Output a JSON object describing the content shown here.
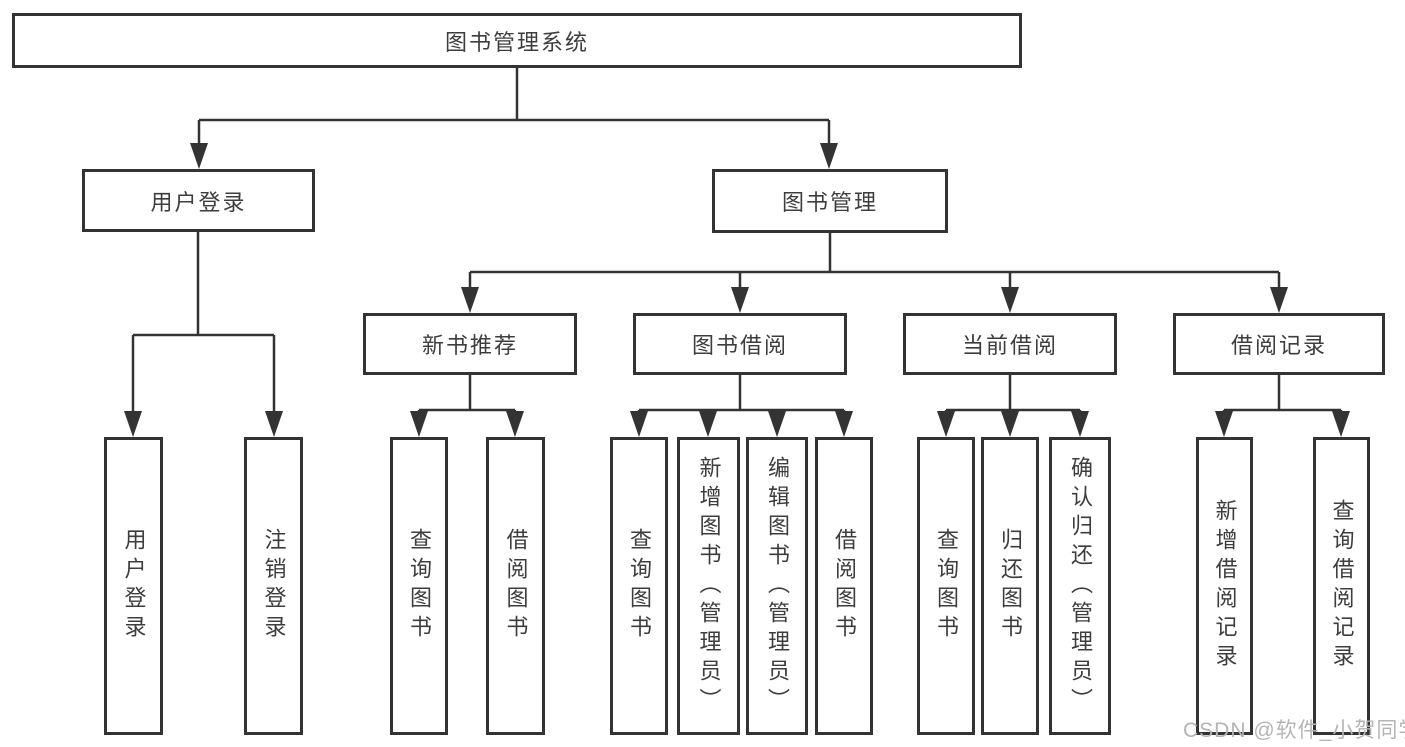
{
  "diagram": {
    "root": {
      "label": "图书管理系统"
    },
    "branches": [
      {
        "label": "用户登录",
        "children": [
          {
            "label": "用户登录"
          },
          {
            "label": "注销登录"
          }
        ]
      },
      {
        "label": "图书管理",
        "children": [
          {
            "label": "新书推荐",
            "children": [
              {
                "label": "查询图书"
              },
              {
                "label": "借阅图书"
              }
            ]
          },
          {
            "label": "图书借阅",
            "children": [
              {
                "label": "查询图书"
              },
              {
                "label": "新增图书（管理员）"
              },
              {
                "label": "编辑图书（管理员）"
              },
              {
                "label": "借阅图书"
              }
            ]
          },
          {
            "label": "当前借阅",
            "children": [
              {
                "label": "查询图书"
              },
              {
                "label": "归还图书"
              },
              {
                "label": "确认归还（管理员）"
              }
            ]
          },
          {
            "label": "借阅记录",
            "children": [
              {
                "label": "新增借阅记录"
              },
              {
                "label": "查询借阅记录"
              }
            ]
          }
        ]
      }
    ]
  },
  "watermark": {
    "text": "CSDN @软件_小贺同学"
  },
  "colors": {
    "line": "#333333",
    "text": "#3d3d3d",
    "background": "#ffffff",
    "watermark": "#b5b5b5"
  }
}
